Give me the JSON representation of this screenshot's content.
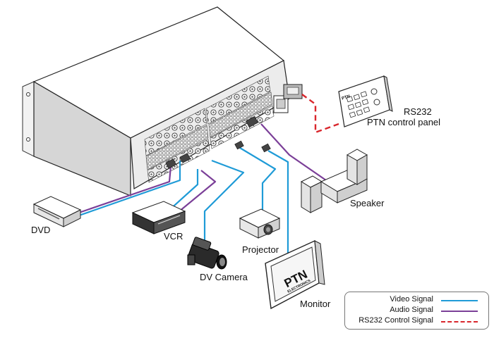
{
  "labels": {
    "dvd": "DVD",
    "vcr": "VCR",
    "dv_camera": "DV Camera",
    "projector": "Projector",
    "monitor": "Monitor",
    "speaker": "Speaker",
    "panel_line1": "RS232",
    "panel_line2": "PTN control panel",
    "monitor_brand": "PTN",
    "monitor_brand_sub": "ELECTRONICS",
    "panel_brand": "PTN"
  },
  "legend": {
    "video": "Video Signal",
    "audio": "Audio Signal",
    "rs232": "RS232 Control Signal"
  },
  "colors": {
    "video": "#1f9bd7",
    "audio": "#7b3f98",
    "rs232": "#d9262c"
  }
}
